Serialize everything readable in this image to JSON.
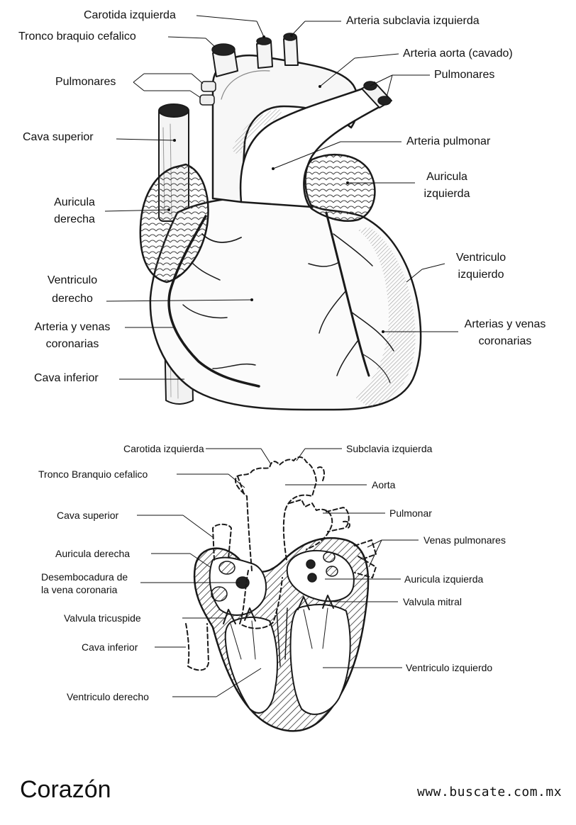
{
  "labels": {
    "top": {
      "carotida_izquierda": "Carotida izquierda",
      "tronco_braquio": "Tronco braquio cefalico",
      "pulmonares_left": "Pulmonares",
      "cava_superior": "Cava superior",
      "auricula_derecha_1": "Auricula",
      "auricula_derecha_2": "derecha",
      "ventriculo_derecho_1": "Ventriculo",
      "ventriculo_derecho_2": "derecho",
      "arteria_venas_1": "Arteria y venas",
      "arteria_venas_2": "coronarias",
      "cava_inferior": "Cava inferior",
      "arteria_subclavia": "Arteria subclavia izquierda",
      "arteria_aorta": "Arteria aorta (cavado)",
      "pulmonares_right": "Pulmonares",
      "arteria_pulmonar": "Arteria pulmonar",
      "auricula_izquierda_1": "Auricula",
      "auricula_izquierda_2": "izquierda",
      "ventriculo_izquierdo_1": "Ventriculo",
      "ventriculo_izquierdo_2": "izquierdo",
      "arterias_venas_1": "Arterias y venas",
      "arterias_venas_2": "coronarias"
    },
    "bottom": {
      "carotida_izquierda": "Carotida izquierda",
      "tronco_branquio": "Tronco Branquio cefalico",
      "cava_superior": "Cava superior",
      "auricula_derecha": "Auricula derecha",
      "desembocadura_1": "Desembocadura de",
      "desembocadura_2": "la vena coronaria",
      "valvula_tricuspide": "Valvula tricuspide",
      "cava_inferior": "Cava inferior",
      "ventriculo_derecho": "Ventriculo derecho",
      "subclavia_izquierda": "Subclavia izquierda",
      "aorta": "Aorta",
      "pulmonar": "Pulmonar",
      "venas_pulmonares": "Venas pulmonares",
      "auricula_izquierda": "Auricula izquierda",
      "valvula_mitral": "Valvula mitral",
      "ventriculo_izquierdo": "Ventriculo izquierdo"
    }
  },
  "footer": {
    "title": "Corazón",
    "url": "www.buscate.com.mx"
  }
}
